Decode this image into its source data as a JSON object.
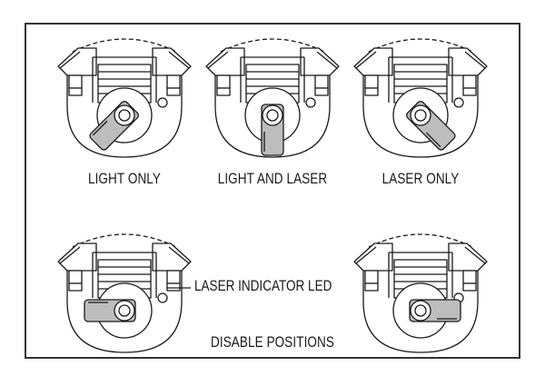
{
  "labels": {
    "light_only": "LIGHT ONLY",
    "light_and_laser": "LIGHT AND LASER",
    "laser_only": "LASER ONLY",
    "laser_indicator_led": "LASER INDICATOR LED",
    "disable_positions": "DISABLE POSITIONS"
  },
  "switches": [
    {
      "id": "light-only",
      "lever_angle": 45
    },
    {
      "id": "light-and-laser",
      "lever_angle": 0
    },
    {
      "id": "laser-only",
      "lever_angle": -45
    },
    {
      "id": "disable-left",
      "lever_angle": 90
    },
    {
      "id": "disable-right",
      "lever_angle": -90
    }
  ],
  "colors": {
    "line": "#1a1a1a",
    "lever_fill": "#bdbdbd",
    "led_fill": "#ffffff"
  }
}
